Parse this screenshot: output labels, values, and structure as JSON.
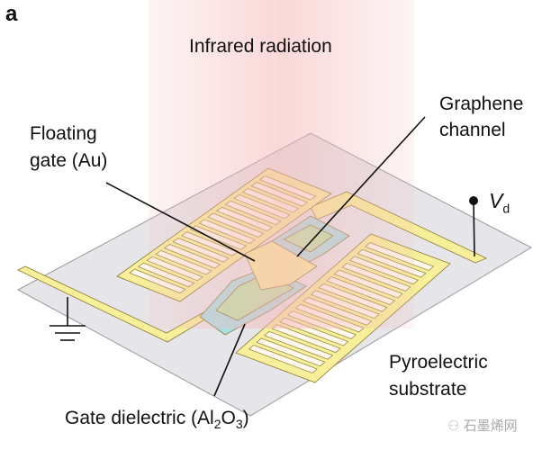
{
  "panel_label": "a",
  "labels": {
    "infrared": "Infrared radiation",
    "graphene_1": "Graphene",
    "graphene_2": "channel",
    "floating_1": "Floating",
    "floating_2": "gate (Au)",
    "vd_main": "V",
    "vd_sub": "d",
    "substrate_1": "Pyroelectric",
    "substrate_2": "substrate",
    "dielectric_pre": "Gate dielectric (Al",
    "dielectric_sub1": "2",
    "dielectric_mid": "O",
    "dielectric_sub2": "3",
    "dielectric_post": ")"
  },
  "watermark": "石墨烯网",
  "colors": {
    "substrate": "#e6e6ea",
    "gold": "#f7ef9a",
    "dielectric": "#a8e0e4",
    "graphene": "#b8e6a8",
    "radiation": "#f6b8b8"
  }
}
